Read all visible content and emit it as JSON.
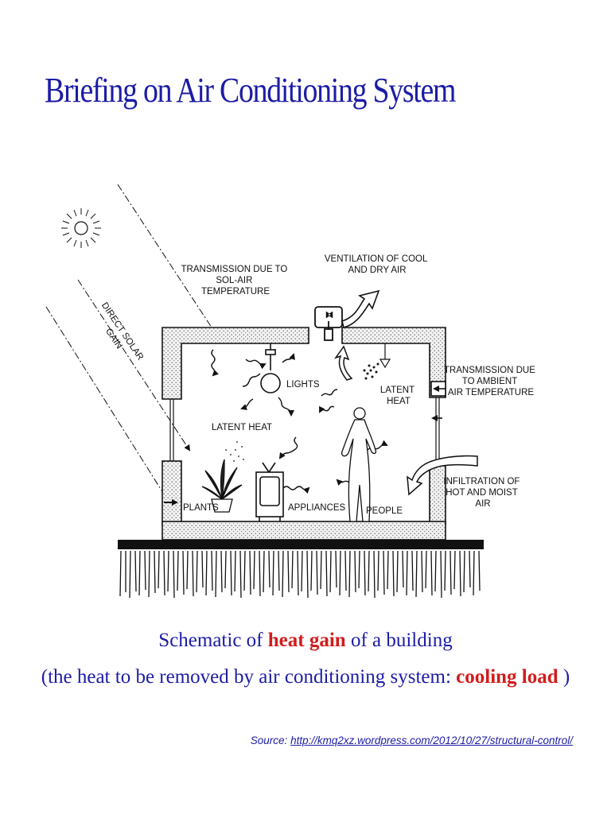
{
  "slide": {
    "title": "Briefing on Air Conditioning System"
  },
  "diagram": {
    "labels": {
      "transmission_sol_air": [
        "TRANSMISSION DUE TO",
        "SOL-AIR",
        "TEMPERATURE"
      ],
      "ventilation": [
        "VENTILATION OF COOL",
        "AND DRY AIR"
      ],
      "direct_solar_gain": [
        "DIRECT SOLAR",
        "GAIN"
      ],
      "transmission_ambient": [
        "TRANSMISSION DUE",
        "TO AMBIENT",
        "AIR TEMPERATURE"
      ],
      "lights": "LIGHTS",
      "latent_heat_top": [
        "LATENT",
        "HEAT"
      ],
      "latent_heat_left": "LATENT HEAT",
      "infiltration": [
        "INFILTRATION OF",
        "HOT AND MOIST",
        "AIR"
      ],
      "plants": "PLANTS",
      "appliances": "APPLIANCES",
      "people": "PEOPLE"
    }
  },
  "caption": {
    "line1_pre": "Schematic of",
    "line1_highlight": "heat gain",
    "line1_post": "of a building",
    "line2_pre": "(the heat to be removed by air conditioning system:",
    "line2_highlight": "cooling load",
    "line2_post": ")"
  },
  "source": {
    "label": "Source:",
    "url": "http://kmq2xz.wordpress.com/2012/10/27/structural-control/"
  },
  "colors": {
    "title": "#1c1ca6",
    "highlight": "#d21c1c",
    "ink": "#111111"
  }
}
